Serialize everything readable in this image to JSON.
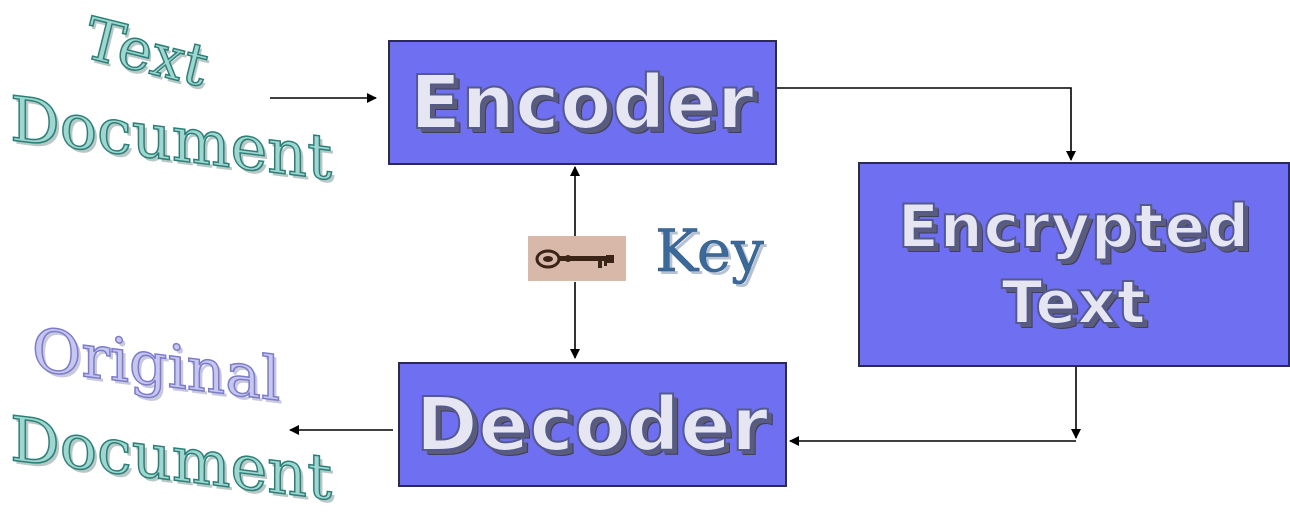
{
  "diagram": {
    "nodes": {
      "encoder": "Encoder",
      "encrypted_line1": "Encrypted",
      "encrypted_line2": "Text",
      "decoder": "Decoder"
    },
    "labels": {
      "input_line1": "Text",
      "input_line2": "Document",
      "output_line1": "Original",
      "output_line2": "Document",
      "key": "Key"
    },
    "colors": {
      "box_fill": "#6f6ff2",
      "box_border": "#2a2a55",
      "arrow": "#000000"
    }
  }
}
